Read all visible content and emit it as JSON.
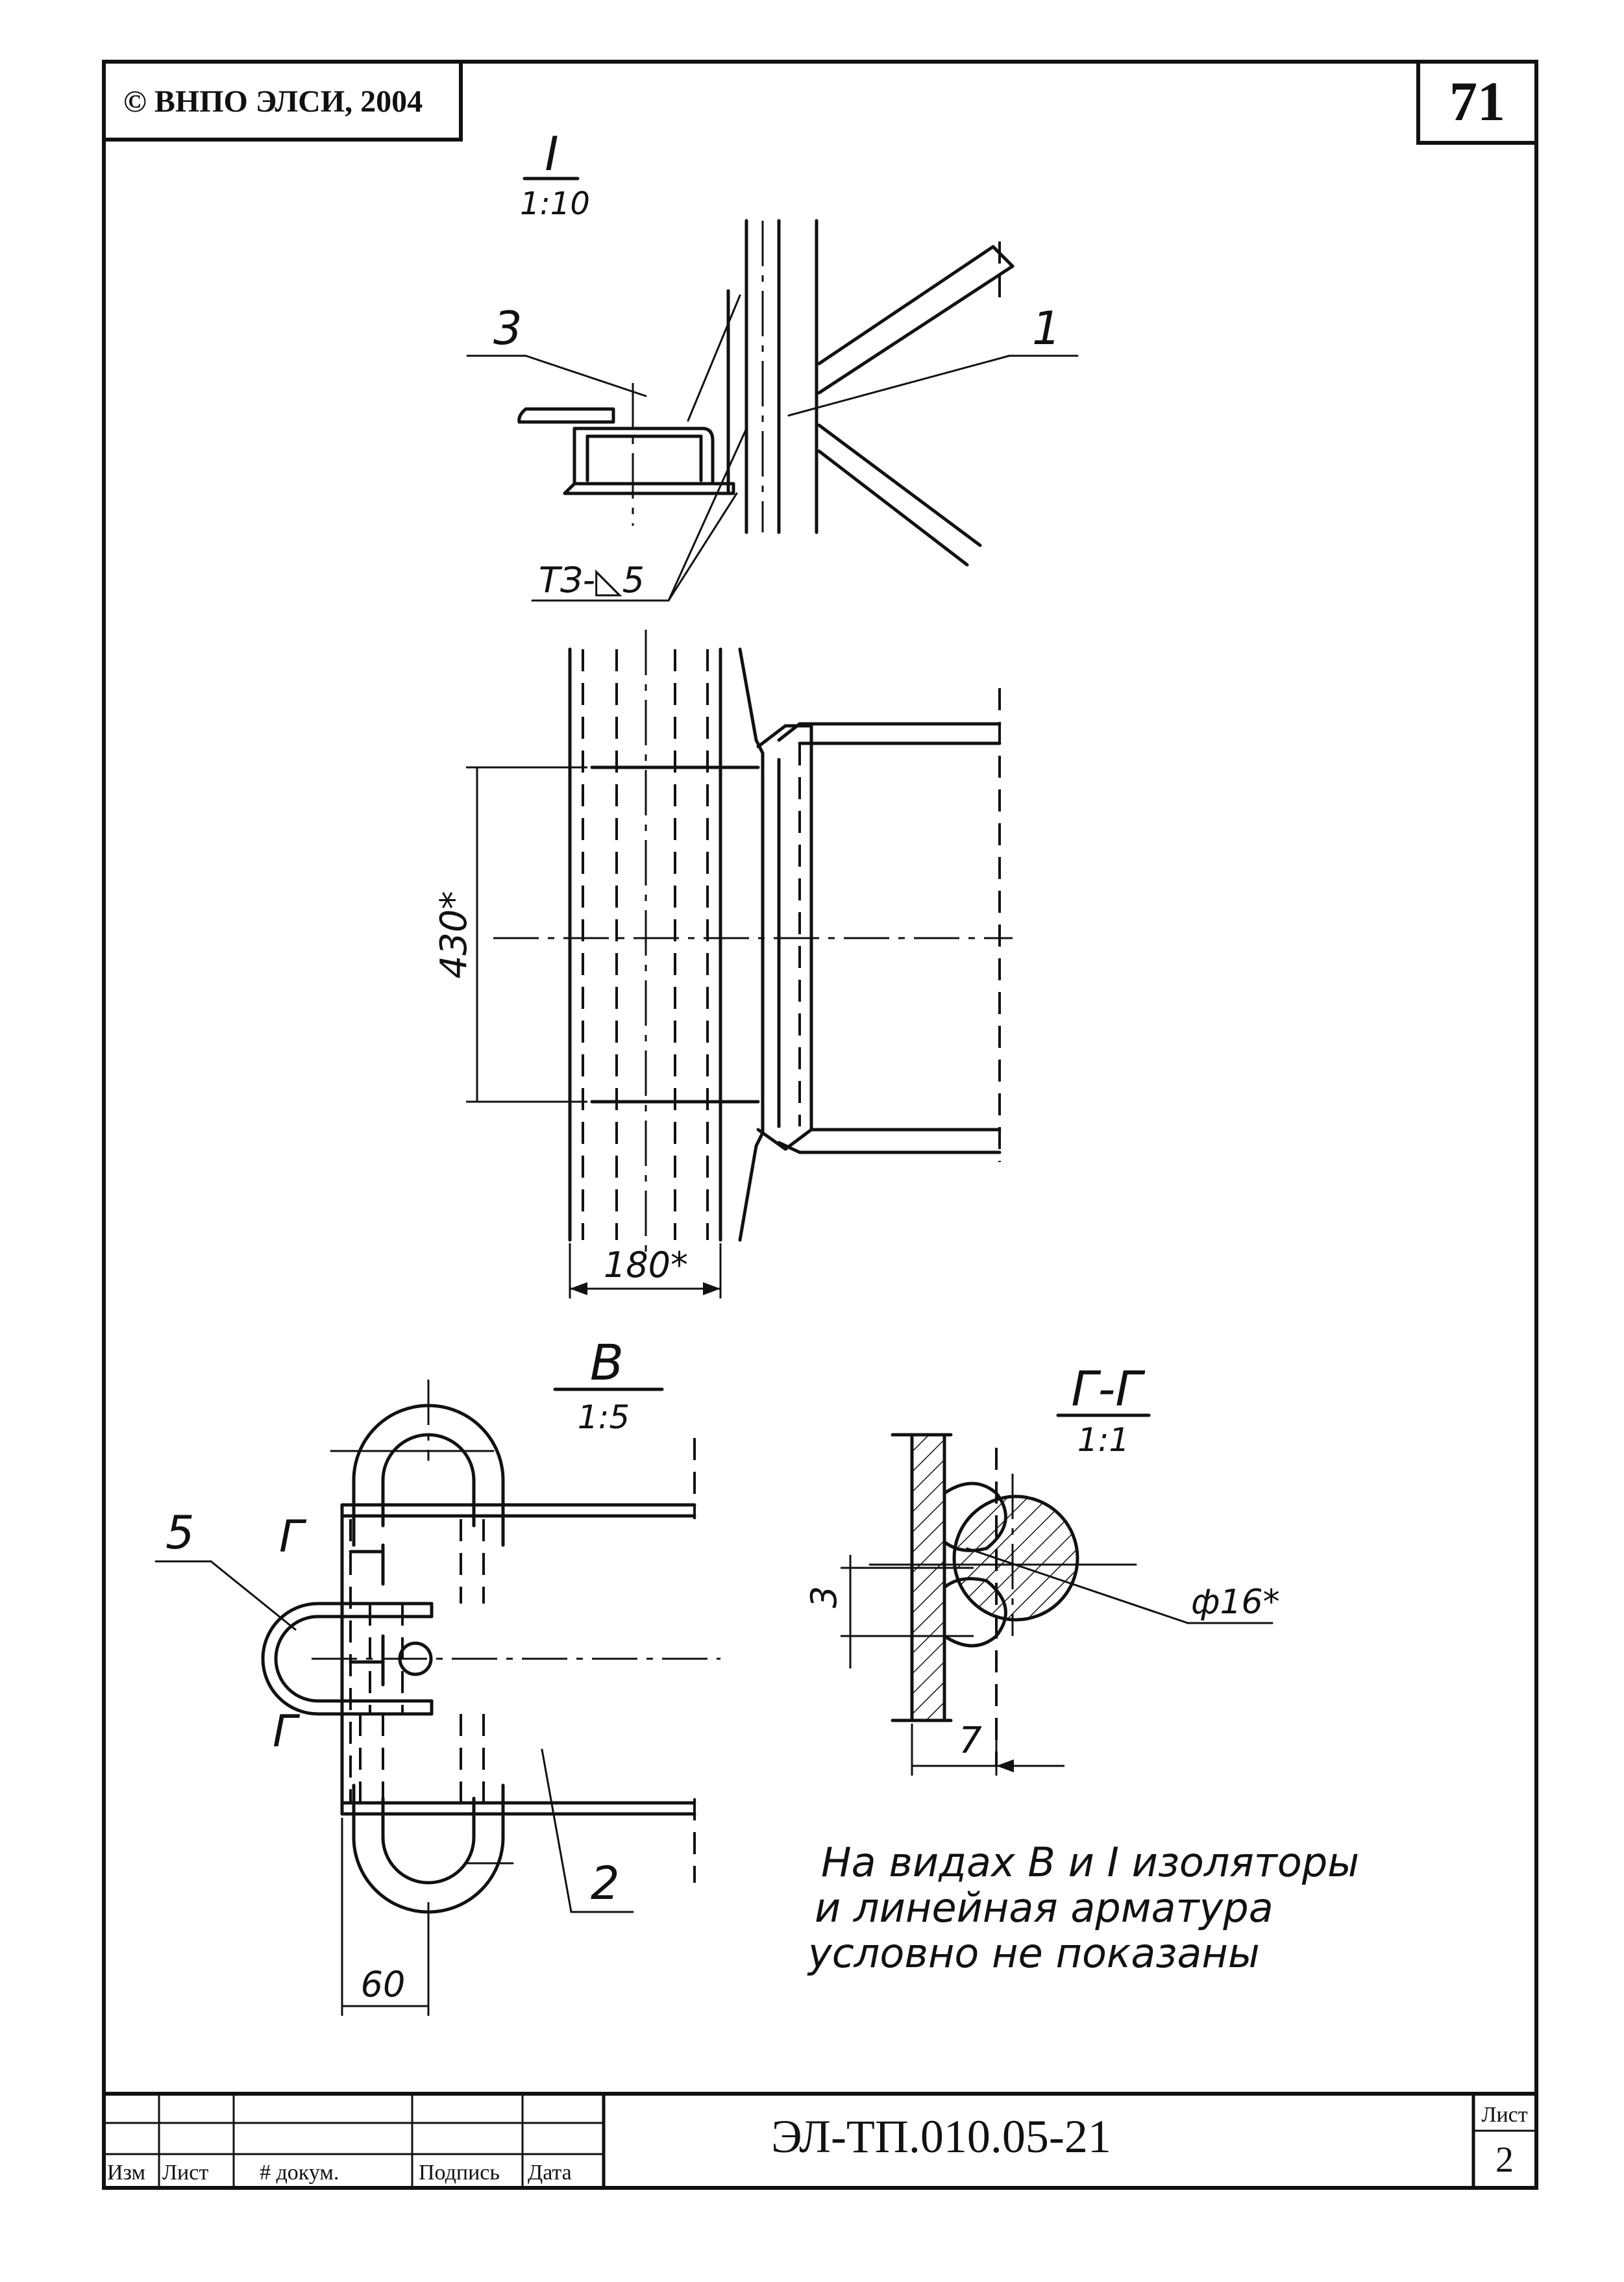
{
  "header": {
    "copyright": "© ВНПО ЭЛСИ, 2004",
    "page_number": "71"
  },
  "views": {
    "view_I": {
      "label": "I",
      "scale": "1:10",
      "callouts": [
        "3",
        "1"
      ],
      "weld": "ТЗ-◺5"
    },
    "main_view": {
      "dim_height": "430*",
      "dim_width": "180*"
    },
    "view_B": {
      "label": "В",
      "scale": "1:5",
      "callouts": [
        "5",
        "2"
      ],
      "section_mark": "Г",
      "dim_width": "60"
    },
    "section_GG": {
      "label": "Г-Г",
      "scale": "1:1",
      "dim_3": "3",
      "dim_7": "7",
      "diameter": "ф16*"
    }
  },
  "note": {
    "line1": "На видах В и I изоляторы",
    "line2": "и линейная арматура",
    "line3": "условно не показаны"
  },
  "title_block": {
    "col_labels": [
      "Изм",
      "Лист",
      "# докум.",
      "Подпись",
      "Дата"
    ],
    "designation": "ЭЛ-ТП.010.05-21",
    "sheet_label": "Лист",
    "sheet_number": "2"
  }
}
